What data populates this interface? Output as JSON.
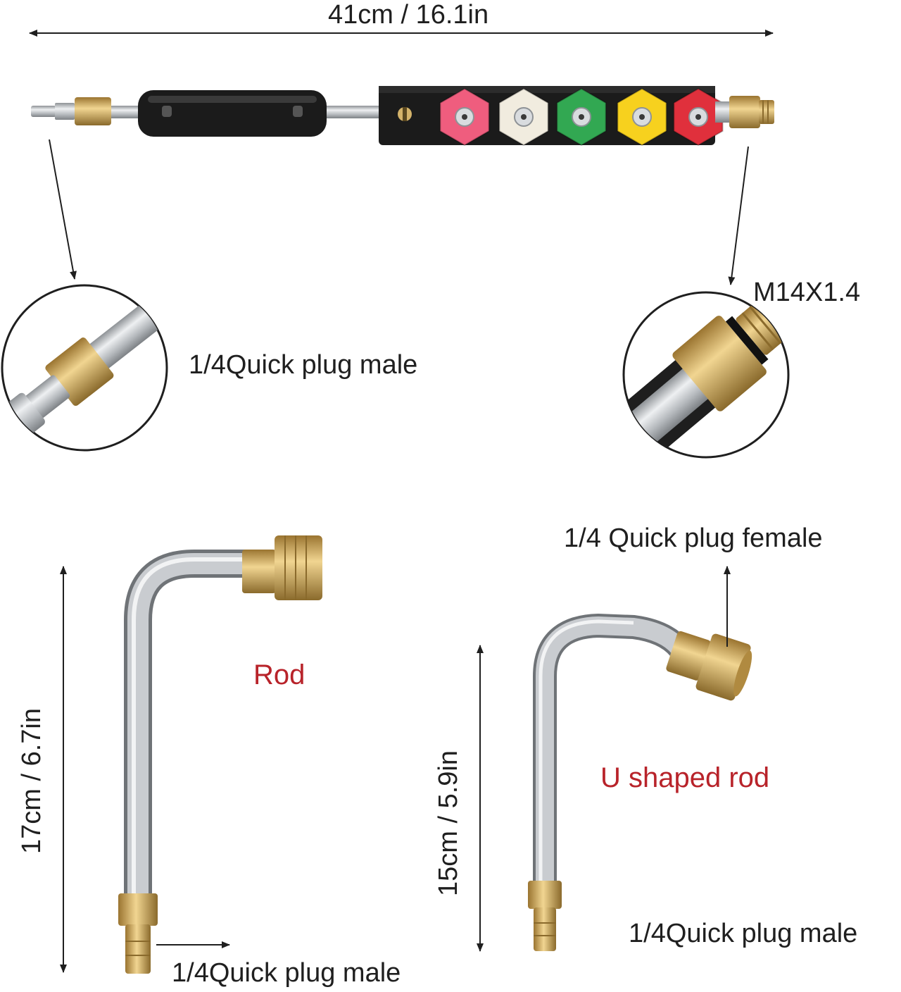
{
  "labels": {
    "total_length": "41cm / 16.1in",
    "thread_spec": "M14X1.4",
    "wand_inlet": "1/4Quick plug male",
    "rod_length": "17cm / 6.7in",
    "rod_name": "Rod",
    "rod_outlet": "1/4Quick plug male",
    "u_rod_length": "15cm / 5.9in",
    "u_rod_name": "U shaped rod",
    "u_rod_inlet": "1/4 Quick plug female",
    "u_rod_outlet": "1/4Quick plug male"
  },
  "nozzles": [
    {
      "color_name": "pink",
      "color": "#ef5d7e"
    },
    {
      "color_name": "white",
      "color": "#f1ecdf"
    },
    {
      "color_name": "green",
      "color": "#32a852"
    },
    {
      "color_name": "yellow",
      "color": "#f7d11e"
    },
    {
      "color_name": "red",
      "color": "#e0303c"
    }
  ],
  "colors": {
    "label_dark": "#1f1f1f",
    "label_red": "#b8232a",
    "brass": "#d4b36a",
    "steel": "#b9bcc0",
    "holder_black": "#1b1b1b"
  }
}
